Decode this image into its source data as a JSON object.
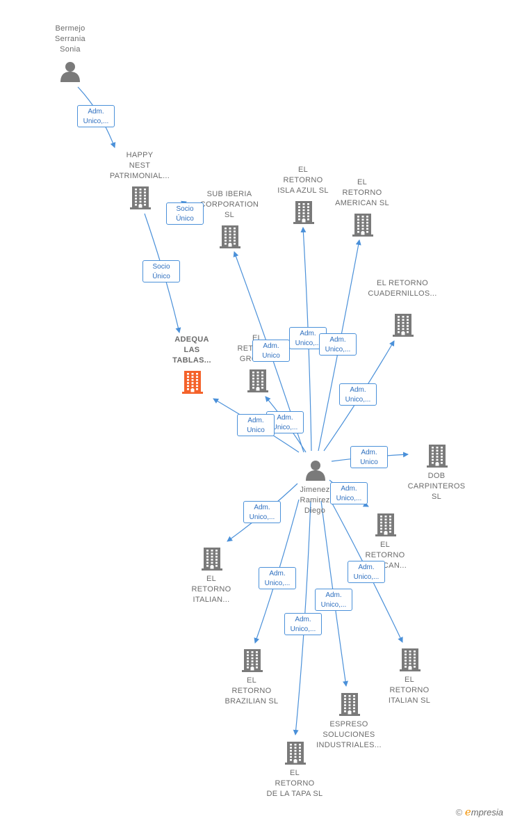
{
  "colors": {
    "edge": "#4a90d9",
    "building": "#7a7a7a",
    "building_highlight": "#f4622a",
    "person": "#7a7a7a"
  },
  "nodes": [
    {
      "id": "bermejo",
      "type": "person",
      "label": [
        "Bermejo",
        "Serrania",
        "Sonia"
      ]
    },
    {
      "id": "happy",
      "type": "company",
      "label": [
        "HAPPY",
        "NEST",
        "PATRIMONIAL..."
      ]
    },
    {
      "id": "adequa",
      "type": "company",
      "highlight": true,
      "label": [
        "ADEQUA",
        "LAS",
        "TABLAS..."
      ]
    },
    {
      "id": "subiberia",
      "type": "company",
      "label": [
        "SUB IBERIA",
        "CORPORATION",
        "SL"
      ]
    },
    {
      "id": "islaazul",
      "type": "company",
      "label": [
        "EL",
        "RETORNO",
        "ISLA AZUL  SL"
      ]
    },
    {
      "id": "american",
      "type": "company",
      "label": [
        "EL",
        "RETORNO",
        "AMERICAN  SL"
      ]
    },
    {
      "id": "cuadernillos",
      "type": "company",
      "label": [
        "EL RETORNO",
        "CUADERNILLOS..."
      ]
    },
    {
      "id": "group",
      "type": "company",
      "label": [
        "EL",
        "RETORNO",
        "GROUP..."
      ]
    },
    {
      "id": "jimenez",
      "type": "person",
      "label": [
        "Jimenez",
        "Ramirez",
        "Diego"
      ]
    },
    {
      "id": "dob",
      "type": "company",
      "label": [
        "DOB",
        "CARPINTEROS",
        "SL"
      ]
    },
    {
      "id": "mexican",
      "type": "company",
      "label": [
        "EL",
        "RETORNO",
        "MEXICAN..."
      ]
    },
    {
      "id": "italian1",
      "type": "company",
      "label": [
        "EL",
        "RETORNO",
        "ITALIAN..."
      ]
    },
    {
      "id": "brazilian",
      "type": "company",
      "label": [
        "EL",
        "RETORNO",
        "BRAZILIAN  SL"
      ]
    },
    {
      "id": "espreso",
      "type": "company",
      "label": [
        "ESPRESO",
        "SOLUCIONES",
        "INDUSTRIALES..."
      ]
    },
    {
      "id": "italian2",
      "type": "company",
      "label": [
        "EL",
        "RETORNO",
        "ITALIAN  SL"
      ]
    },
    {
      "id": "tapa",
      "type": "company",
      "label": [
        "EL",
        "RETORNO",
        "DE LA TAPA  SL"
      ]
    }
  ],
  "edges": [
    {
      "from": "bermejo",
      "to": "happy",
      "label": [
        "Adm.",
        "Unico,..."
      ]
    },
    {
      "from": "happy",
      "to": "adequa",
      "label": [
        "Socio",
        "Único"
      ]
    },
    {
      "from": "happy",
      "to": "subiberia",
      "label": [
        "Socio",
        "Único"
      ]
    },
    {
      "from": "jimenez",
      "to": "subiberia",
      "label": [
        "Adm.",
        "Unico"
      ]
    },
    {
      "from": "jimenez",
      "to": "islaazul",
      "label": [
        "Adm.",
        "Unico,..."
      ]
    },
    {
      "from": "jimenez",
      "to": "american",
      "label": [
        "Adm.",
        "Unico,..."
      ]
    },
    {
      "from": "jimenez",
      "to": "cuadernillos",
      "label": [
        "Adm.",
        "Unico,..."
      ]
    },
    {
      "from": "jimenez",
      "to": "group",
      "label": [
        "Adm.",
        "Unico,..."
      ]
    },
    {
      "from": "jimenez",
      "to": "adequa",
      "label": [
        "Adm.",
        "Unico"
      ]
    },
    {
      "from": "jimenez",
      "to": "dob",
      "label": [
        "Adm.",
        "Unico"
      ]
    },
    {
      "from": "jimenez",
      "to": "mexican",
      "label": [
        "Adm.",
        "Unico,..."
      ]
    },
    {
      "from": "jimenez",
      "to": "italian1",
      "label": [
        "Adm.",
        "Unico,..."
      ]
    },
    {
      "from": "jimenez",
      "to": "brazilian",
      "label": [
        "Adm.",
        "Unico,..."
      ]
    },
    {
      "from": "jimenez",
      "to": "tapa",
      "label": [
        "Adm.",
        "Unico,..."
      ]
    },
    {
      "from": "jimenez",
      "to": "espreso",
      "label": [
        "Adm.",
        "Unico,..."
      ]
    },
    {
      "from": "jimenez",
      "to": "italian2",
      "label": [
        "Adm.",
        "Unico,..."
      ]
    }
  ],
  "brand": {
    "copyright": "©",
    "initial": "e",
    "rest": "mpresia"
  }
}
